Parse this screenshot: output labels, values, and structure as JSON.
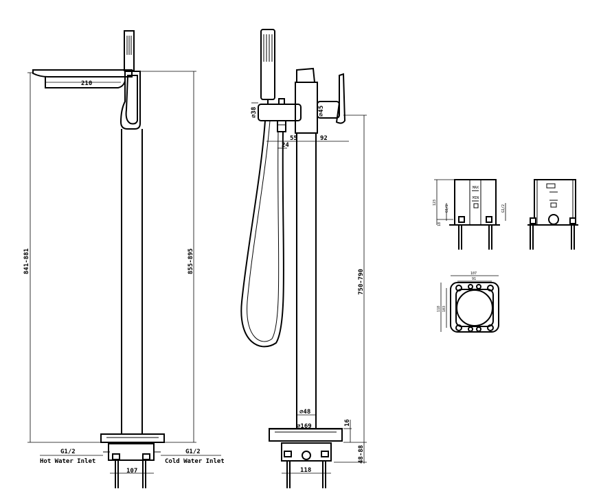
{
  "side_view": {
    "spout_reach": "210",
    "overall_height": "841-881",
    "handle_height": "855-895",
    "left_inlet_size": "G1/2",
    "left_inlet_label": "Hot Water Inlet",
    "right_inlet_size": "G1/2",
    "right_inlet_label": "Cold Water Inlet",
    "base_width": "107"
  },
  "front_view": {
    "body_dia": "⌀38",
    "handle_dia": "⌀45",
    "dim_55": "55",
    "dim_24": "24",
    "dim_92": "92",
    "height": "750-790",
    "pipe_dia": "⌀48",
    "flange_dia": "⌀169",
    "flange_h": "16",
    "base_h": "48-88",
    "base_w": "118"
  },
  "detail_views": {
    "box_height": "123",
    "inlet_left": "G1/2",
    "inlet_right": "G1/2",
    "foot": "18",
    "plan_w": "107",
    "plan_w2": "91",
    "plan_h": "118",
    "plan_h2": "103",
    "max_label": "MAX",
    "min_label": "MIN"
  }
}
